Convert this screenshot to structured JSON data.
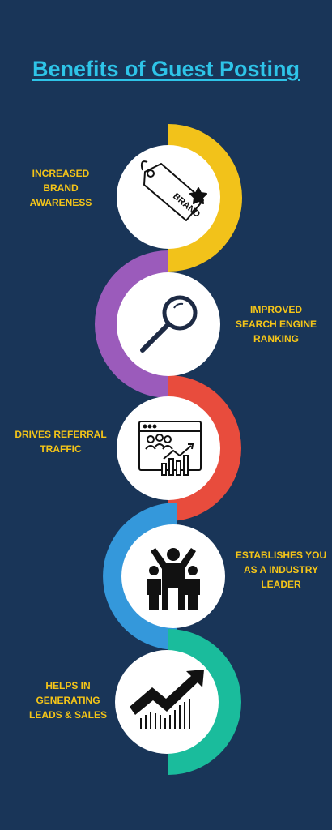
{
  "title": "Benefits of Guest Posting",
  "colors": {
    "background": "#193558",
    "title": "#2ec4e8",
    "label": "#f5c518",
    "arc_yellow": "#f2c21a",
    "arc_purple": "#9b5bbb",
    "arc_red": "#e84c3d",
    "arc_blue": "#3498db",
    "arc_teal": "#1abc9c"
  },
  "benefits": [
    {
      "lines": [
        "INCREASED",
        "BRAND",
        "AWARENESS"
      ],
      "icon": "brand-tag-icon"
    },
    {
      "lines": [
        "IMPROVED",
        "SEARCH ENGINE",
        "RANKING"
      ],
      "icon": "magnifier-icon"
    },
    {
      "lines": [
        "DRIVES REFERRAL",
        "TRAFFIC"
      ],
      "icon": "traffic-dashboard-icon"
    },
    {
      "lines": [
        "ESTABLISHES YOU",
        "AS A INDUSTRY",
        "LEADER"
      ],
      "icon": "leader-group-icon"
    },
    {
      "lines": [
        "HELPS IN",
        "GENERATING",
        "LEADS & SALES"
      ],
      "icon": "growth-arrow-icon"
    }
  ]
}
